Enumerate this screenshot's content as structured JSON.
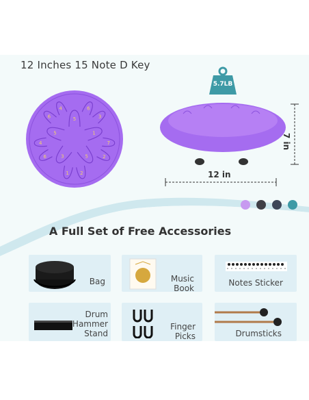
{
  "headline": "12 Inches 15 Note D Key",
  "weight_label": "5.7LB",
  "dimension_width": "12 in",
  "dimension_height": "7 in",
  "color_options": [
    "#c79af0",
    "#3f3f46",
    "#3d4658",
    "#3e9aa6"
  ],
  "drum_color": "#a56cf0",
  "note_labels": [
    "5",
    "6",
    "3",
    "1",
    "7",
    "2",
    "5",
    "2",
    "1",
    "3",
    "6",
    "4",
    "5",
    "6",
    "4"
  ],
  "section_title": "A Full Set of Free Accessories",
  "accessories": {
    "bag": "Bag",
    "music_book_line1": "Music",
    "music_book_line2": "Book",
    "notes_sticker": "Notes Sticker",
    "stand_line1": "Drum",
    "stand_line2": "Hammer",
    "stand_line3": "Stand",
    "picks_line1": "Finger",
    "picks_line2": "Picks",
    "drumsticks": "Drumsticks"
  }
}
